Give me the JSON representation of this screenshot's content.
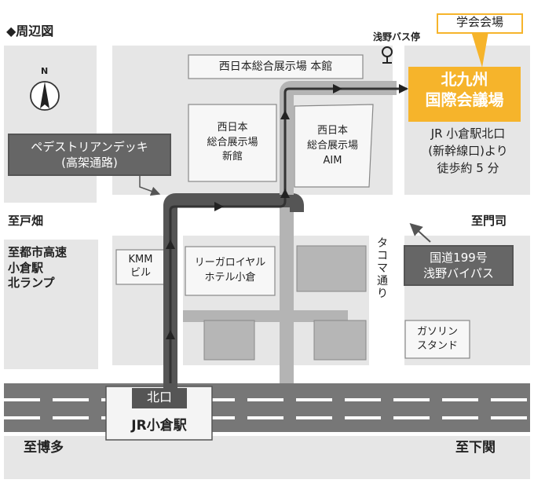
{
  "title": "◆周辺図",
  "bus_stop": "浅野バス停",
  "venue_callout": "学会会場",
  "venue": {
    "line1": "北九州",
    "line2": "国際会議場"
  },
  "access": {
    "line1": "JR 小倉駅北口",
    "line2": "(新幹線口)より",
    "line3": "徒歩約 5 分"
  },
  "buildings": {
    "honkan": "西日本総合展示場  本館",
    "shinkan": [
      "西日本",
      "総合展示場",
      "新館"
    ],
    "aim": [
      "西日本",
      "総合展示場",
      "AIM"
    ],
    "kmm": [
      "KMM",
      "ビル"
    ],
    "hotel": [
      "リーガロイヤル",
      "ホテル小倉"
    ],
    "gas": [
      "ガソリン",
      "スタンド"
    ]
  },
  "deck": {
    "line1": "ペデストリアンデッキ",
    "line2": "(高架通路)"
  },
  "route199": {
    "line1": "国道199号",
    "line2": "浅野バイパス"
  },
  "street": "タコマ通り",
  "directions": {
    "tobata": "至戸畑",
    "highway": [
      "至都市高速",
      "小倉駅",
      "北ランプ"
    ],
    "moji": "至門司",
    "hakata": "至博多",
    "shimonoseki": "至下関"
  },
  "station": {
    "exit": "北口",
    "name": "JR小倉駅"
  },
  "colors": {
    "block": "#e6e6e6",
    "road_route": "#b4b4b4",
    "building": "#f7f7f7",
    "dark_label": "#666666",
    "venue": "#f6b42b",
    "route_line": "#333333"
  },
  "icons": [
    "north-arrow-icon",
    "bus-stop-icon",
    "route-arrow-icon"
  ],
  "compass": "N"
}
